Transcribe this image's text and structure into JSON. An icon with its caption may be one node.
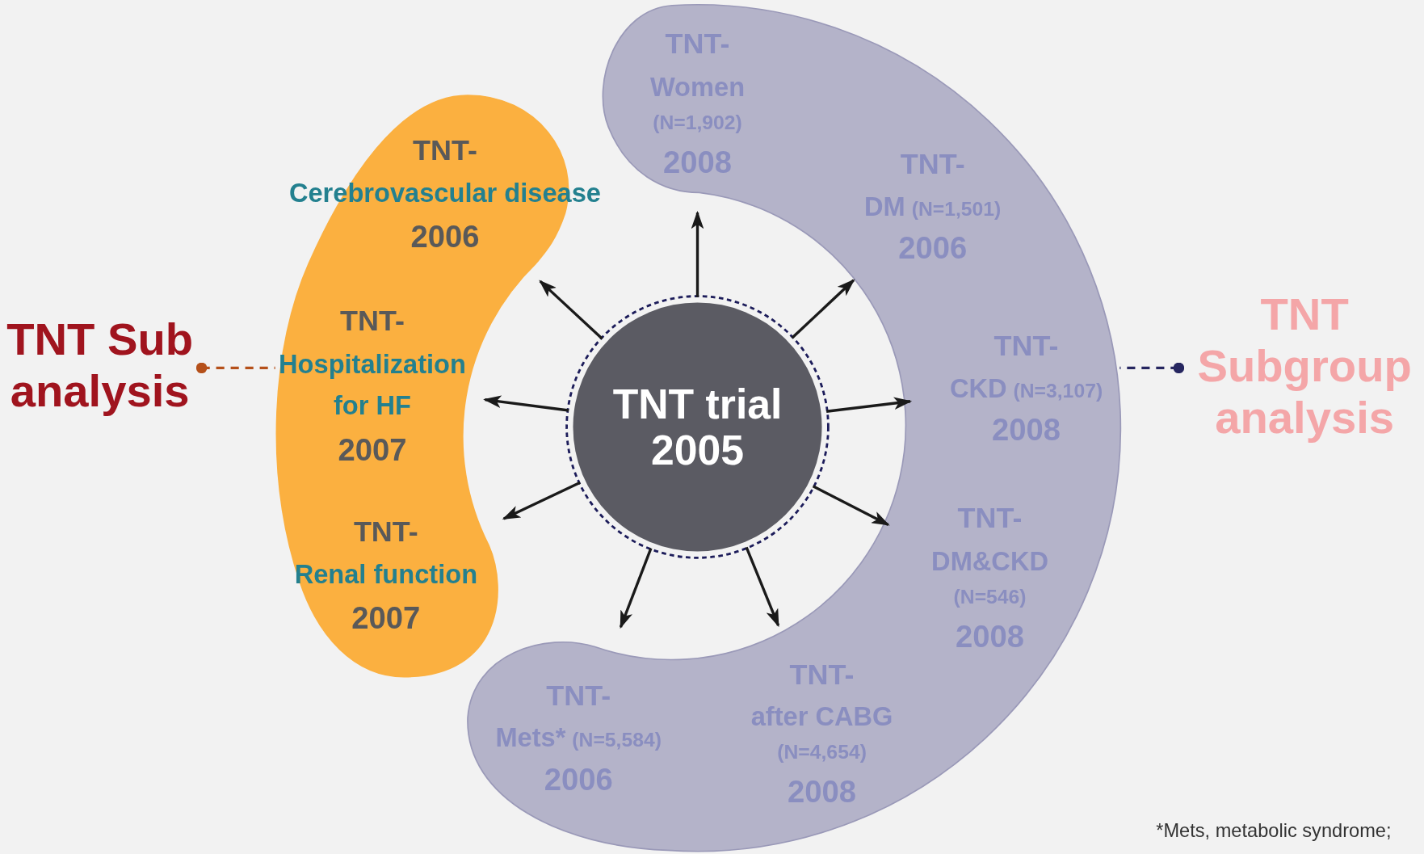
{
  "diagram": {
    "nodes": [
      {
        "text": [
          "TNT Sub analysis"
        ]
      },
      {
        "text": [],
        "shape": "band"
      },
      {
        "text": [
          "TNT-",
          "Cerebrovascular disease",
          "2006"
        ],
        "in": 1
      },
      {
        "text": [
          "TNT-",
          "Hospitalization for HF",
          "2007"
        ],
        "in": 1
      },
      {
        "text": [
          "TNT-",
          "Renal function",
          "2007"
        ],
        "in": 1
      },
      {
        "text": [
          "TNT trial 2005"
        ]
      },
      {
        "text": [],
        "shape": "band"
      },
      {
        "text": [
          "TNT-",
          "Women",
          "(N=1,902)",
          "2008"
        ],
        "in": 6
      },
      {
        "text": [
          "TNT-",
          "DM",
          "(N=1,501)",
          "2006"
        ],
        "in": 6
      },
      {
        "text": [
          "TNT-",
          "CKD",
          "(N=3,107)",
          "2008"
        ],
        "in": 6
      },
      {
        "text": [
          "TNT-",
          "DM&CKD",
          "(N=546)",
          "2008"
        ],
        "in": 6
      },
      {
        "text": [
          "TNT-",
          "after CABG",
          "(N=4,654)",
          "2008"
        ],
        "in": 6
      },
      {
        "text": [
          "TNT-",
          "Mets*",
          "(N=5,584)",
          "2006"
        ],
        "in": 6
      },
      {
        "text": [
          "TNT Subgroup analysis"
        ]
      }
    ],
    "edges": [
      {
        "from": 0,
        "to": 1,
        "arrow": "other",
        "style": "dashed",
        "color": "#b5501a"
      },
      {
        "from": 13,
        "to": 6,
        "arrow": "other",
        "style": "dashed",
        "color": "#262660"
      },
      {
        "from": 5,
        "to": 7,
        "arrow": "to"
      },
      {
        "from": 5,
        "to": 8,
        "arrow": "to"
      },
      {
        "from": 5,
        "to": 9,
        "arrow": "to"
      },
      {
        "from": 5,
        "to": 10,
        "arrow": "to"
      },
      {
        "from": 5,
        "to": 11,
        "arrow": "to"
      },
      {
        "from": 5,
        "to": 12,
        "arrow": "to"
      },
      {
        "from": 5,
        "to": 4,
        "arrow": "to"
      },
      {
        "from": 5,
        "to": 3,
        "arrow": "to"
      },
      {
        "from": 5,
        "to": 2,
        "arrow": "to"
      }
    ],
    "labels": [
      "*Mets, metabolic syndrome;"
    ]
  }
}
